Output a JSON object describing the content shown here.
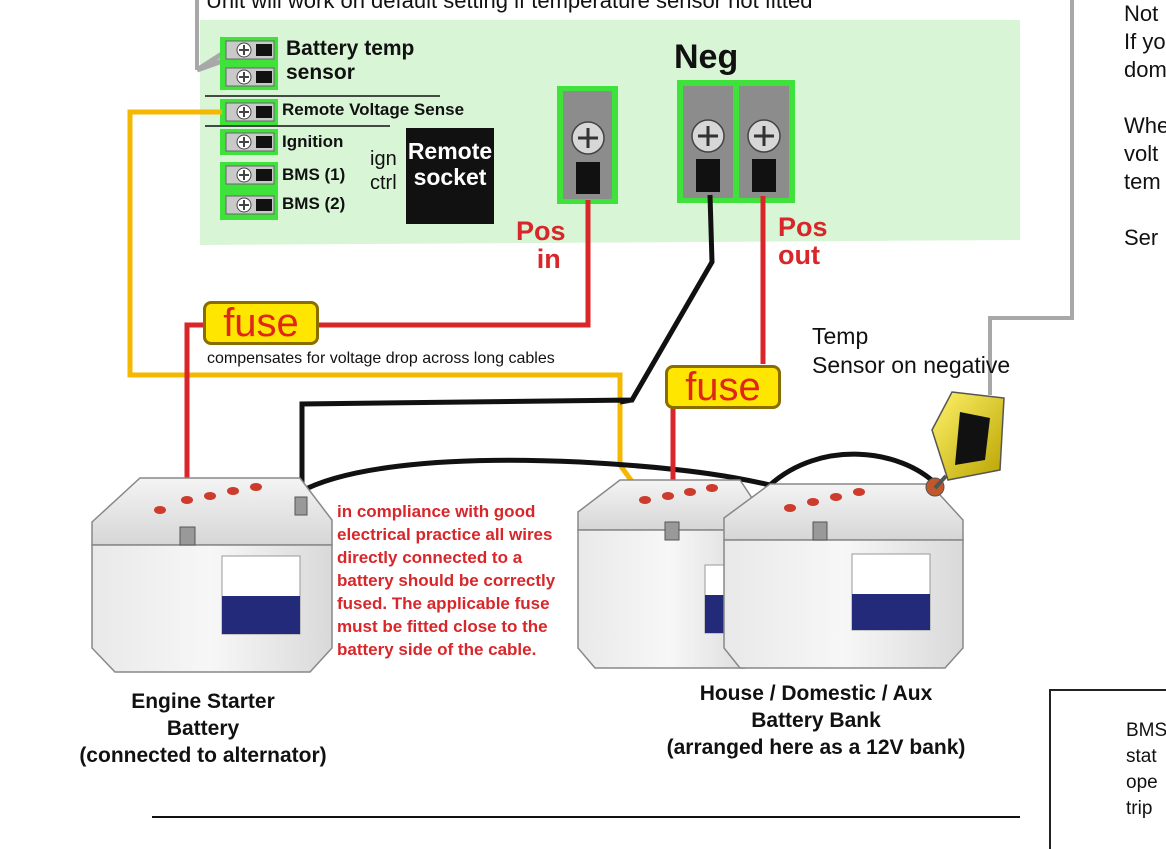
{
  "header": {
    "default_note": "Unit will work on default setting if temperature sensor not fitted"
  },
  "terminal_block": {
    "items": [
      {
        "label": "Battery temp"
      },
      {
        "label": "sensor"
      },
      {
        "label": "Remote Voltage Sense"
      },
      {
        "label": "Ignition"
      },
      {
        "label": "BMS (1)"
      },
      {
        "label": "BMS (2)"
      }
    ],
    "ign_ctrl_line1": "ign",
    "ign_ctrl_line2": "ctrl",
    "remote_socket_line1": "Remote",
    "remote_socket_line2": "socket"
  },
  "terminals": {
    "neg_label": "Neg",
    "pos_in_line1": "Pos",
    "pos_in_line2": "in",
    "pos_out_line1": "Pos",
    "pos_out_line2": "out",
    "plus_glyph": "+"
  },
  "fuses": {
    "label": "fuse"
  },
  "annotations": {
    "compensates": "compensates for voltage drop across long cables",
    "temp_line1": "Temp",
    "temp_line2": "Sensor on negative",
    "compliance": "in compliance with good electrical practice all wires directly connected to a battery should be correctly fused. The applicable fuse must be fitted close to the battery side of the cable."
  },
  "batteries": {
    "engine_line1": "Engine Starter",
    "engine_line2": "Battery",
    "engine_line3": "(connected to alternator)",
    "house_line1": "House / Domestic / Aux",
    "house_line2": "Battery Bank",
    "house_line3": "(arranged here as a 12V bank)"
  },
  "side_notes": {
    "top": [
      "Not",
      "If yo",
      "dom",
      "",
      "Whe",
      "volt",
      "tem",
      "",
      "Ser"
    ],
    "bottom": [
      "BMS",
      "stat",
      "ope",
      "trip"
    ]
  },
  "colors": {
    "panel_green": "#d8f5d6",
    "terminal_green": "#3ee23a",
    "wire_red": "#d8262a",
    "wire_yellow": "#f5b800",
    "wire_grey": "#a8a8a8",
    "fuse_yellow": "#ffe600"
  }
}
